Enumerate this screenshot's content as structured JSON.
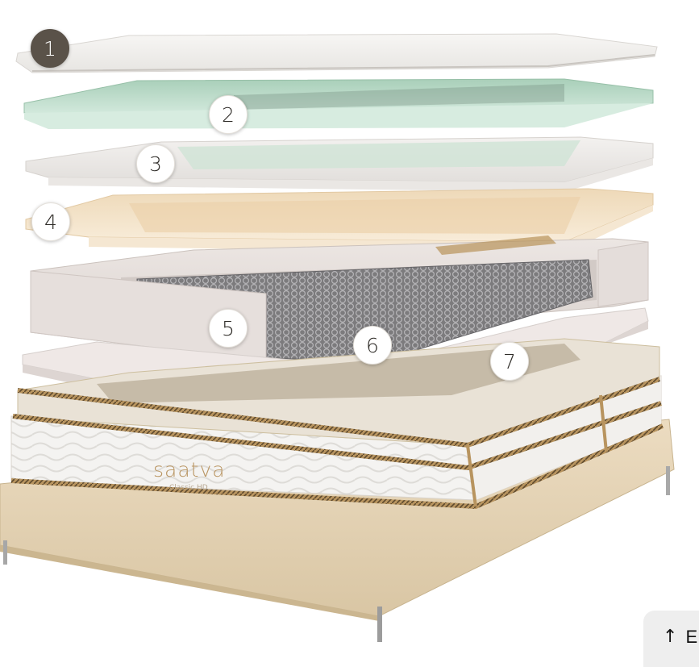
{
  "layers": [
    {
      "number": "1"
    },
    {
      "number": "2"
    },
    {
      "number": "3"
    },
    {
      "number": "4"
    },
    {
      "number": "5"
    },
    {
      "number": "6"
    },
    {
      "number": "7"
    }
  ],
  "active_layer": "1",
  "brand": {
    "logo": "saatva",
    "model": "Classic HD"
  },
  "scroll_button": {
    "icon": "arrow-up-icon",
    "arrow": "↑",
    "label": "E"
  },
  "colors": {
    "marker_active": "#5a5249",
    "marker_default": "#ffffff",
    "brand_gold": "#b99562",
    "foam_green": "#cfe6da",
    "latex_beige": "#f3e2c8",
    "base_tan": "#e3d2b3"
  }
}
